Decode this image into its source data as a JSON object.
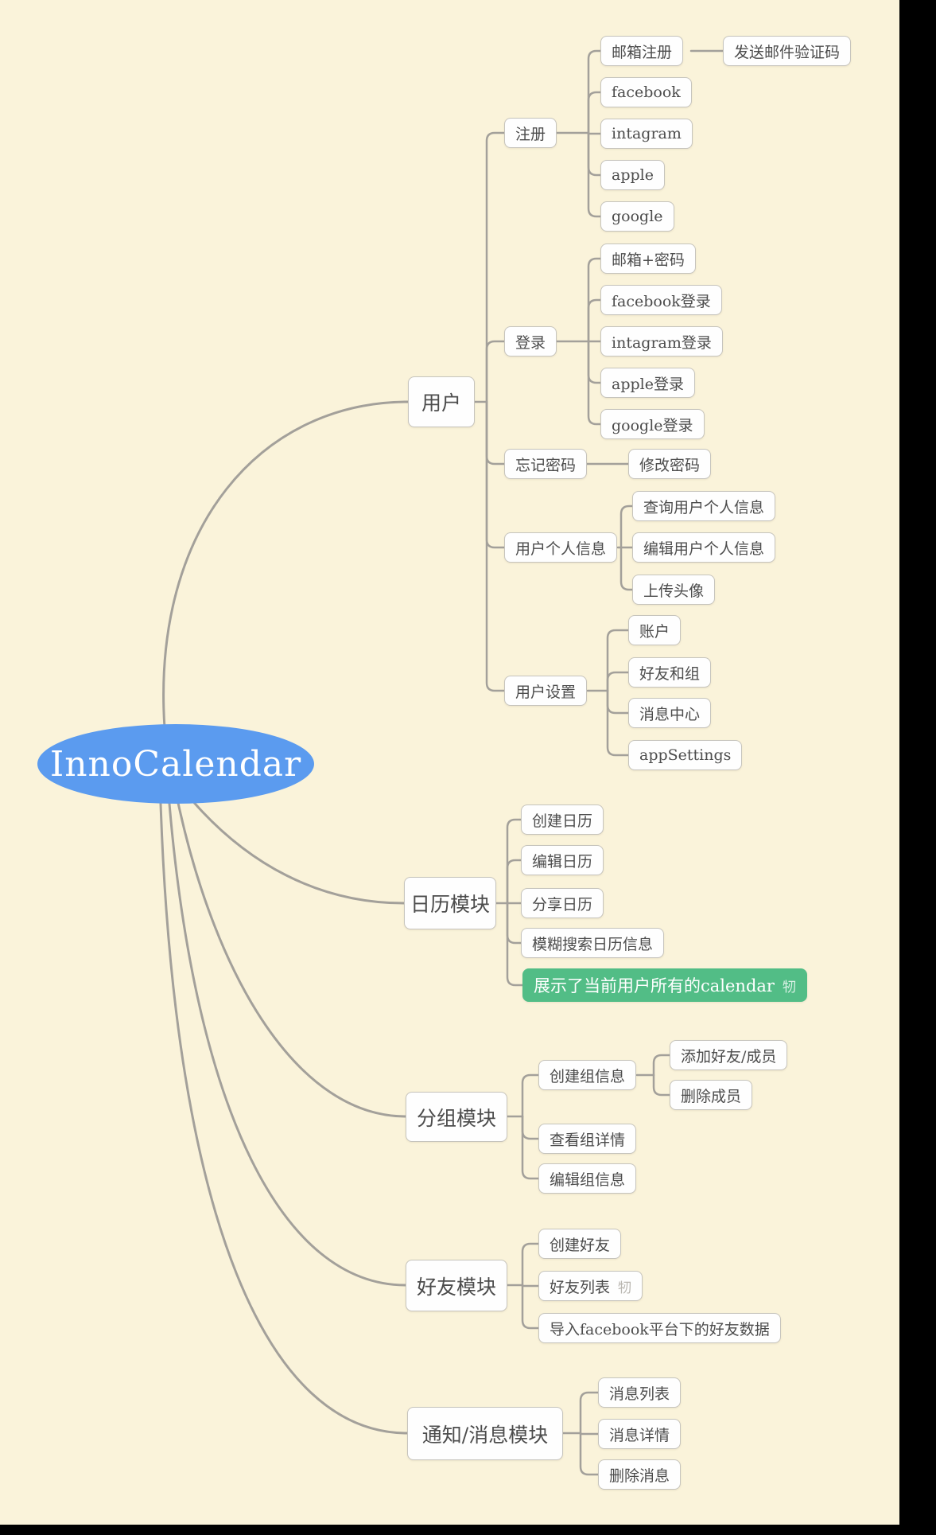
{
  "colors": {
    "background": "#faf3da",
    "node_fill": "#fefefe",
    "node_border": "#c6c4bd",
    "node_text": "#4c4c4c",
    "line": "#a3a09a",
    "root_fill": "#5b9bef",
    "root_text": "#ffffff",
    "highlight_fill": "#52bd86",
    "highlight_text": "#ffffff",
    "edge_black": "#000000"
  },
  "map": {
    "root": {
      "label": "InnoCalendar"
    },
    "user": {
      "label": "用户",
      "register": {
        "label": "注册",
        "email": {
          "label": "邮箱注册",
          "send_code": {
            "label": "发送邮件验证码"
          }
        },
        "facebook": {
          "label": "facebook"
        },
        "intagram": {
          "label": "intagram"
        },
        "apple": {
          "label": "apple"
        },
        "google": {
          "label": "google"
        }
      },
      "login": {
        "label": "登录",
        "email_password": {
          "label": "邮箱+密码"
        },
        "facebook": {
          "label": "facebook登录"
        },
        "intagram": {
          "label": "intagram登录"
        },
        "apple": {
          "label": "apple登录"
        },
        "google": {
          "label": "google登录"
        }
      },
      "forgot_password": {
        "label": "忘记密码",
        "change_password": {
          "label": "修改密码"
        }
      },
      "profile": {
        "label": "用户个人信息",
        "query": {
          "label": "查询用户个人信息"
        },
        "edit": {
          "label": "编辑用户个人信息"
        },
        "upload_avatar": {
          "label": "上传头像"
        }
      },
      "settings": {
        "label": "用户设置",
        "account": {
          "label": "账户"
        },
        "friends_groups": {
          "label": "好友和组"
        },
        "message_center": {
          "label": "消息中心"
        },
        "app_settings": {
          "label": "appSettings"
        }
      }
    },
    "calendar": {
      "label": "日历模块",
      "create": {
        "label": "创建日历"
      },
      "edit": {
        "label": "编辑日历"
      },
      "share": {
        "label": "分享日历"
      },
      "fuzzy_search": {
        "label": "模糊搜索日历信息"
      },
      "show_all": {
        "label": "展示了当前用户所有的calendar",
        "icon": "牣"
      }
    },
    "group": {
      "label": "分组模块",
      "create": {
        "label": "创建组信息",
        "add_member": {
          "label": "添加好友/成员"
        },
        "remove_member": {
          "label": "删除成员"
        }
      },
      "view": {
        "label": "查看组详情"
      },
      "edit": {
        "label": "编辑组信息"
      }
    },
    "friend": {
      "label": "好友模块",
      "create": {
        "label": "创建好友"
      },
      "list": {
        "label": "好友列表",
        "icon": "牣"
      },
      "import_facebook": {
        "label": "导入facebook平台下的好友数据"
      }
    },
    "message": {
      "label": "通知/消息模块",
      "list": {
        "label": "消息列表"
      },
      "detail": {
        "label": "消息详情"
      },
      "delete": {
        "label": "删除消息"
      }
    }
  }
}
